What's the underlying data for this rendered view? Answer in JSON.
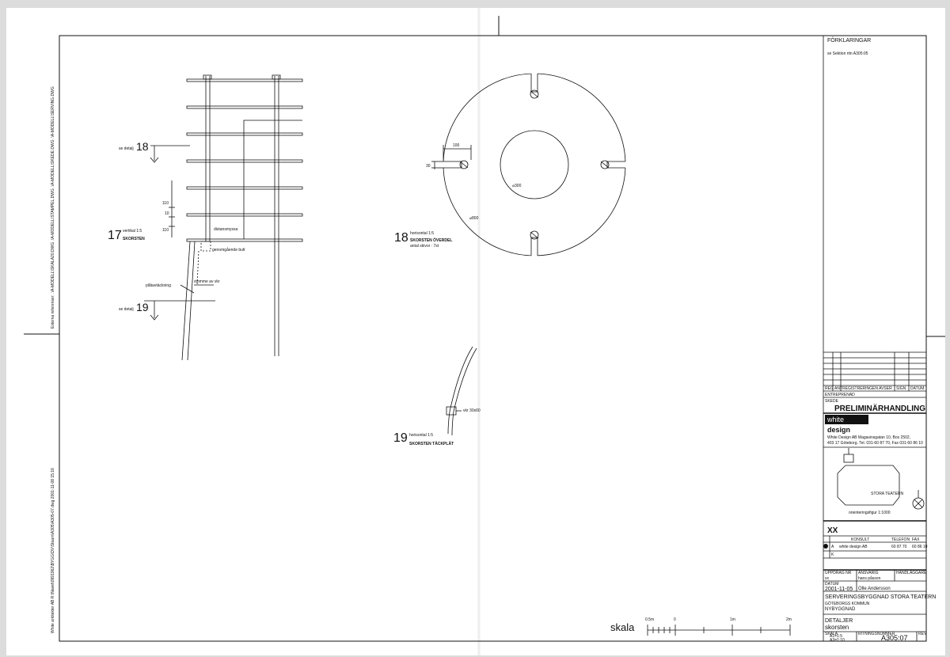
{
  "sheet": {
    "external_refs": "Externa referenser: .\\A-MODELL\\SKALA20.DWG .\\A-MODELL\\STAMPEL.DWG .\\A-MODELL\\SKEDE.DWG .\\A-MODELL\\SERVING.DWG",
    "file_path": "White arkitekter AB R:\\Navet\\0991962\\BYGG\\DV\\Stoarn\\A305\\A305-07.dwg 2001-11-08 15:16"
  },
  "detail17": {
    "number": "17",
    "orientation": "vertikal 1:5",
    "title": "SKORSTEN",
    "ref18": "se detalj",
    "ref18_num": "18",
    "ref19": "se detalj",
    "ref19_num": "19",
    "dim_110a": "110",
    "dim_10": "10",
    "dim_110b": "110",
    "label_distance": "distansmyssa",
    "label_bolt": "genomgående bult",
    "label_cladding": "plåtavtäckning",
    "label_frame": "stomme av vkr"
  },
  "detail18": {
    "number": "18",
    "orientation": "horisontal 1:5",
    "title": "SKORSTEN ÖVERDEL",
    "note": "antal skivor : 7st",
    "dim_100": "100",
    "dim_30": "30",
    "dim_d300": "⌀300",
    "dim_d800": "⌀800"
  },
  "detail19": {
    "number": "19",
    "orientation": "horisontal 1:5",
    "title": "SKORSTEN TÄCKPLÅT",
    "label_vkr": "vkr 30x60"
  },
  "scale": {
    "word": "skala",
    "t0": "0.5m",
    "t1": "0",
    "t2": "1m",
    "t3": "2m"
  },
  "titleblock": {
    "legend_title": "FÖRKLARINGAR",
    "legend_ref": "se Sektion ritn A305:05",
    "rev_cols": [
      "REG",
      "ANT",
      "REGISTRERINGEN AVSER",
      "SIGN",
      "DATUM"
    ],
    "entrepr": "ENTREPRENAD",
    "skede_label": "SKEDE",
    "skede": "PRELIMINÄRHANDLING",
    "brand1": "white",
    "brand2": "design",
    "address1": "White Design AB Magasinsgatan 10, Box 2502,",
    "address2": "403 17 Göteborg. Tel. 031-60 87 70, Fax 031-60 86 10",
    "map_building": "STORA TEATERN",
    "map_caption": "orienteringsfigur 1:1000",
    "discipline": "XX",
    "consult_hdr": "KONSULT",
    "tel_hdr": "TELEFON",
    "fax_hdr": "FAX",
    "row_a_letter": "A",
    "row_a_name": "white design AB",
    "row_a_tel": "60 87 70",
    "row_a_fax": "60 86 10",
    "row_k_letter": "K",
    "uppdrag_lbl": "UPPDRAG NR",
    "uppdrag": "xx",
    "ansvarig_lbl": "ANSVARIG",
    "ansvarig": "hans påsson",
    "handl_lbl": "HANDLÄGGARE",
    "datum_lbl": "DATUM",
    "datum": "2001-11-05",
    "handlaggare": "Olle Andersson",
    "project1": "SERVERINGSBYGGNAD STORA TEATERN",
    "project2": "GÖTEBORGS KOMMUN",
    "project3": "NYBYGGNAD",
    "content1": "DETALJER",
    "content2": "skorsten",
    "skala_lbl": "SKALA",
    "skala1": "A1=1:5",
    "skala2": "A3=1:10",
    "ritn_lbl": "RITNINGSNUMMER",
    "ritn": "A305:07",
    "rev_lbl": "REV"
  }
}
